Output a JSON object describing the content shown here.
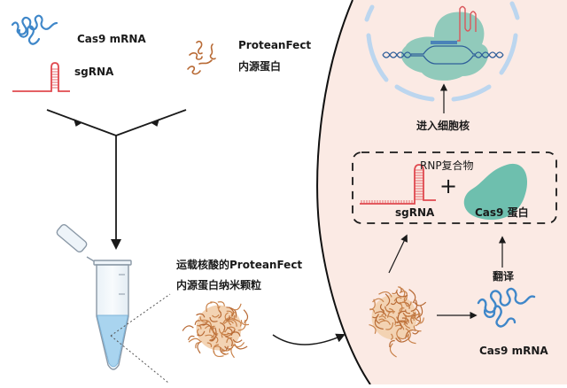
{
  "colors": {
    "cell_background": "#fbeae4",
    "page_background": "#ffffff",
    "mrna_blue": "#3f87c9",
    "sgrna_red": "#e0494f",
    "protein_brown": "#b86a35",
    "cas9_teal": "#6ebfae",
    "nucleus_membrane": "#bcd6ef",
    "dna_blue": "#2f5f9a",
    "arrow": "#1a1a1a",
    "tube_liquid": "#a9d4ef"
  },
  "legend": {
    "cas9_mrna": "Cas9 mRNA",
    "sgrna": "sgRNA",
    "proteanfect_line1": "ProteanFect",
    "proteanfect_line2": "内源蛋白"
  },
  "nanoparticle": {
    "label_line1": "运载核酸的ProteanFect",
    "label_line2": "内源蛋白纳米颗粒"
  },
  "cell": {
    "nucleus_step": "进入细胞核",
    "rnp_label": "RNP复合物",
    "rnp_sgrna": "sgRNA",
    "plus": "+",
    "rnp_cas9": "Cas9 蛋白",
    "translate_step": "翻译",
    "released_mrna": "Cas9 mRNA"
  }
}
